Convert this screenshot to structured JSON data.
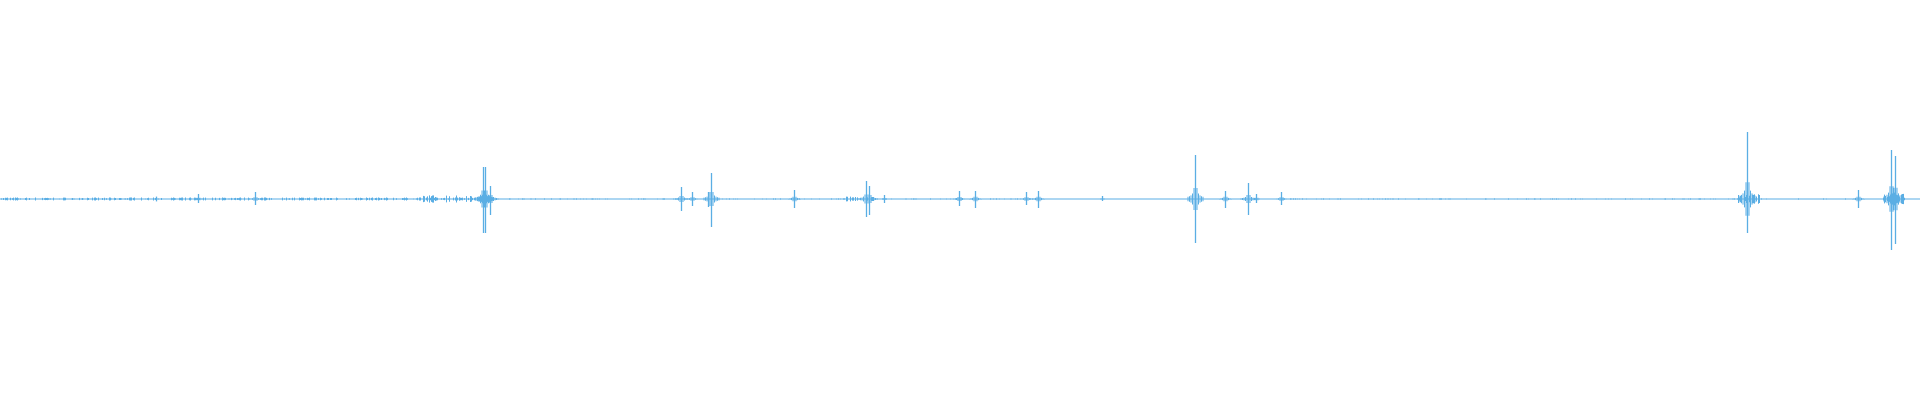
{
  "chart_data": {
    "type": "waveform",
    "color": "#5aaee4",
    "background": "#ffffff",
    "amplitude_range": [
      -1,
      1
    ],
    "time_range": [
      0,
      1
    ],
    "peaks": [
      {
        "t": 0.081,
        "max": 0.012,
        "min": -0.012
      },
      {
        "t": 0.103,
        "max": 0.025,
        "min": -0.02
      },
      {
        "t": 0.133,
        "max": 0.035,
        "min": -0.03
      },
      {
        "t": 0.2515,
        "max": 0.16,
        "min": -0.17
      },
      {
        "t": 0.2528,
        "max": 0.16,
        "min": -0.17
      },
      {
        "t": 0.255,
        "max": 0.065,
        "min": -0.08
      },
      {
        "t": 0.3546,
        "max": 0.06,
        "min": -0.06
      },
      {
        "t": 0.3603,
        "max": 0.035,
        "min": -0.035
      },
      {
        "t": 0.3686,
        "max": 0.035,
        "min": -0.04
      },
      {
        "t": 0.3705,
        "max": 0.13,
        "min": -0.14
      },
      {
        "t": 0.4133,
        "max": 0.045,
        "min": -0.045
      },
      {
        "t": 0.4509,
        "max": 0.09,
        "min": -0.09
      },
      {
        "t": 0.4528,
        "max": 0.065,
        "min": -0.08
      },
      {
        "t": 0.4605,
        "max": 0.02,
        "min": -0.02
      },
      {
        "t": 0.4994,
        "max": 0.04,
        "min": -0.035
      },
      {
        "t": 0.5077,
        "max": 0.04,
        "min": -0.045
      },
      {
        "t": 0.5344,
        "max": 0.035,
        "min": -0.03
      },
      {
        "t": 0.5408,
        "max": 0.04,
        "min": -0.045
      },
      {
        "t": 0.574,
        "max": 0.015,
        "min": -0.01
      },
      {
        "t": 0.6224,
        "max": 0.22,
        "min": -0.22
      },
      {
        "t": 0.6378,
        "max": 0.04,
        "min": -0.045
      },
      {
        "t": 0.6499,
        "max": 0.08,
        "min": -0.08
      },
      {
        "t": 0.6544,
        "max": 0.025,
        "min": -0.02
      },
      {
        "t": 0.6671,
        "max": 0.035,
        "min": -0.03
      },
      {
        "t": 0.9675,
        "max": 0.045,
        "min": -0.045
      },
      {
        "t": 0.9101,
        "max": 0.335,
        "min": -0.17
      },
      {
        "t": 0.9847,
        "max": 0.245,
        "min": -0.255
      },
      {
        "t": 0.9872,
        "max": 0.215,
        "min": -0.225
      }
    ],
    "noisy_regions": [
      {
        "start": 0.0,
        "end": 0.255,
        "level": 0.006
      },
      {
        "start": 0.22,
        "end": 0.256,
        "level": 0.015
      },
      {
        "start": 0.255,
        "end": 0.54,
        "level": 0.003
      },
      {
        "start": 0.44,
        "end": 0.455,
        "level": 0.01
      },
      {
        "start": 0.667,
        "end": 0.97,
        "level": 0.003
      },
      {
        "start": 0.905,
        "end": 0.918,
        "level": 0.02
      },
      {
        "start": 0.98,
        "end": 0.992,
        "level": 0.02
      }
    ]
  }
}
